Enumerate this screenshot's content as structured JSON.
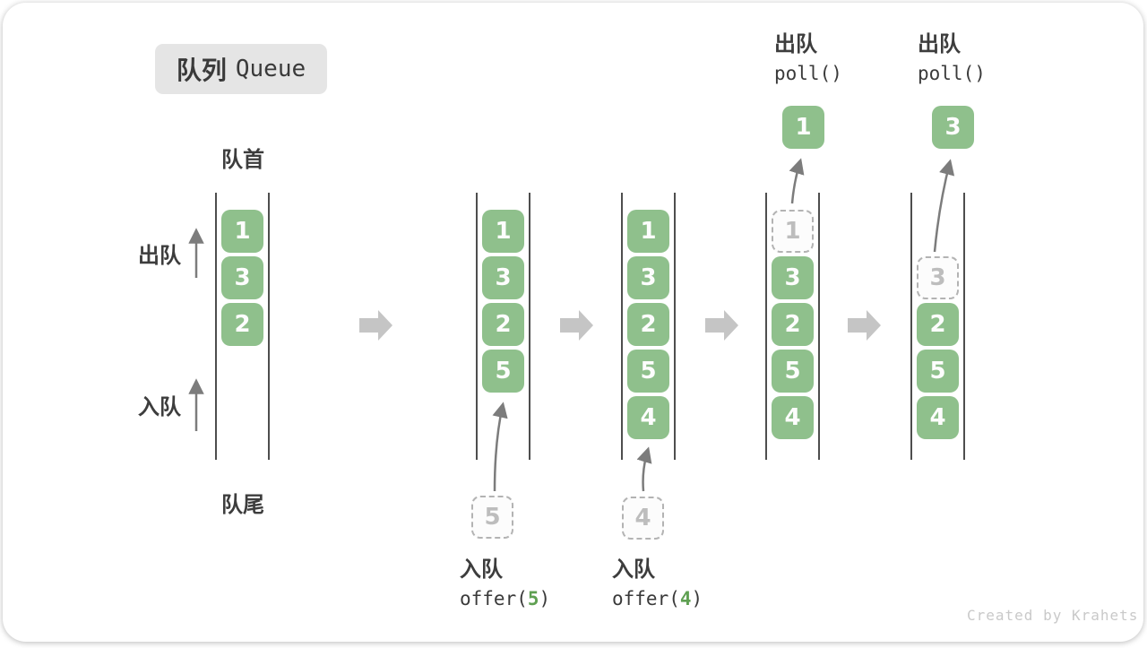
{
  "title": {
    "zh": "队列",
    "en": "Queue"
  },
  "labels": {
    "front": "队首",
    "rear": "队尾",
    "dequeue": "出队",
    "enqueue": "入队"
  },
  "queues": [
    {
      "boxes": [
        "1",
        "3",
        "2"
      ]
    },
    {
      "boxes": [
        "1",
        "3",
        "2",
        "5"
      ]
    },
    {
      "boxes": [
        "1",
        "3",
        "2",
        "5",
        "4"
      ]
    },
    {
      "removed": "1",
      "boxes": [
        "3",
        "2",
        "5",
        "4"
      ]
    },
    {
      "removed": "3",
      "boxes": [
        "2",
        "5",
        "4"
      ]
    }
  ],
  "ops": {
    "enqueue": [
      {
        "name": "入队",
        "code_pre": "offer(",
        "value": "5",
        "code_post": ")"
      },
      {
        "name": "入队",
        "code_pre": "offer(",
        "value": "4",
        "code_post": ")"
      }
    ],
    "dequeue": [
      {
        "name": "出队",
        "code": "poll()",
        "value": "1"
      },
      {
        "name": "出队",
        "code": "poll()",
        "value": "3"
      }
    ]
  },
  "credit": "Created by Krahets",
  "colors": {
    "element_green": "#8fc08c",
    "accent_green": "#5fa052",
    "block_arrow_gray": "#c5c5c5",
    "thin_arrow_gray": "#7c7c7c",
    "title_bg": "#e5e5e5",
    "dashed_gray": "#b3b3b3",
    "text_dark": "#3d3d3d"
  }
}
